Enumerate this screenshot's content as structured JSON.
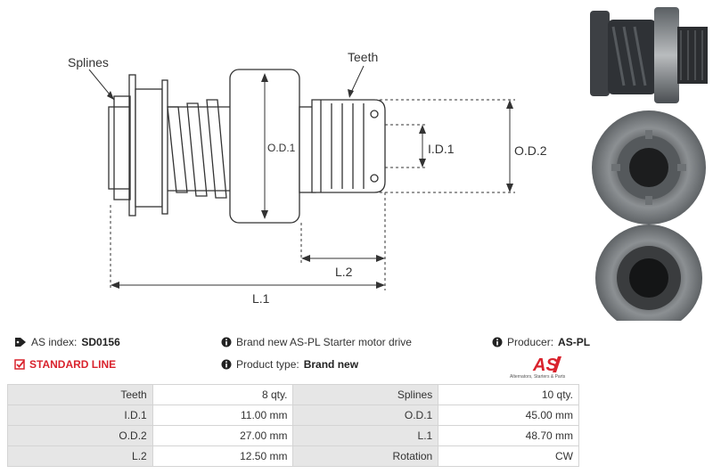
{
  "diagram": {
    "labels": {
      "splines": "Splines",
      "teeth": "Teeth",
      "od1": "O.D.1",
      "id1": "I.D.1",
      "od2": "O.D.2",
      "l2": "L.2",
      "l1": "L.1"
    }
  },
  "info": {
    "as_index_label": "AS index:",
    "as_index_value": "SD0156",
    "standard_line": "STANDARD LINE",
    "description": "Brand new AS-PL Starter motor drive",
    "product_type_label": "Product type:",
    "product_type_value": "Brand new",
    "producer_label": "Producer:",
    "producer_value": "AS-PL"
  },
  "logo": {
    "mark": "AS",
    "tagline": "Alternators, Starters & Parts"
  },
  "specs": [
    {
      "label1": "Teeth",
      "value1": "8 qty.",
      "label2": "Splines",
      "value2": "10 qty."
    },
    {
      "label1": "I.D.1",
      "value1": "11.00 mm",
      "label2": "O.D.1",
      "value2": "45.00 mm"
    },
    {
      "label1": "O.D.2",
      "value1": "27.00 mm",
      "label2": "L.1",
      "value2": "48.70 mm"
    },
    {
      "label1": "L.2",
      "value1": "12.50 mm",
      "label2": "Rotation",
      "value2": "CW"
    }
  ],
  "colors": {
    "accent": "#d9232d",
    "table_label_bg": "#e6e6e6",
    "border": "#d4d4d4"
  }
}
